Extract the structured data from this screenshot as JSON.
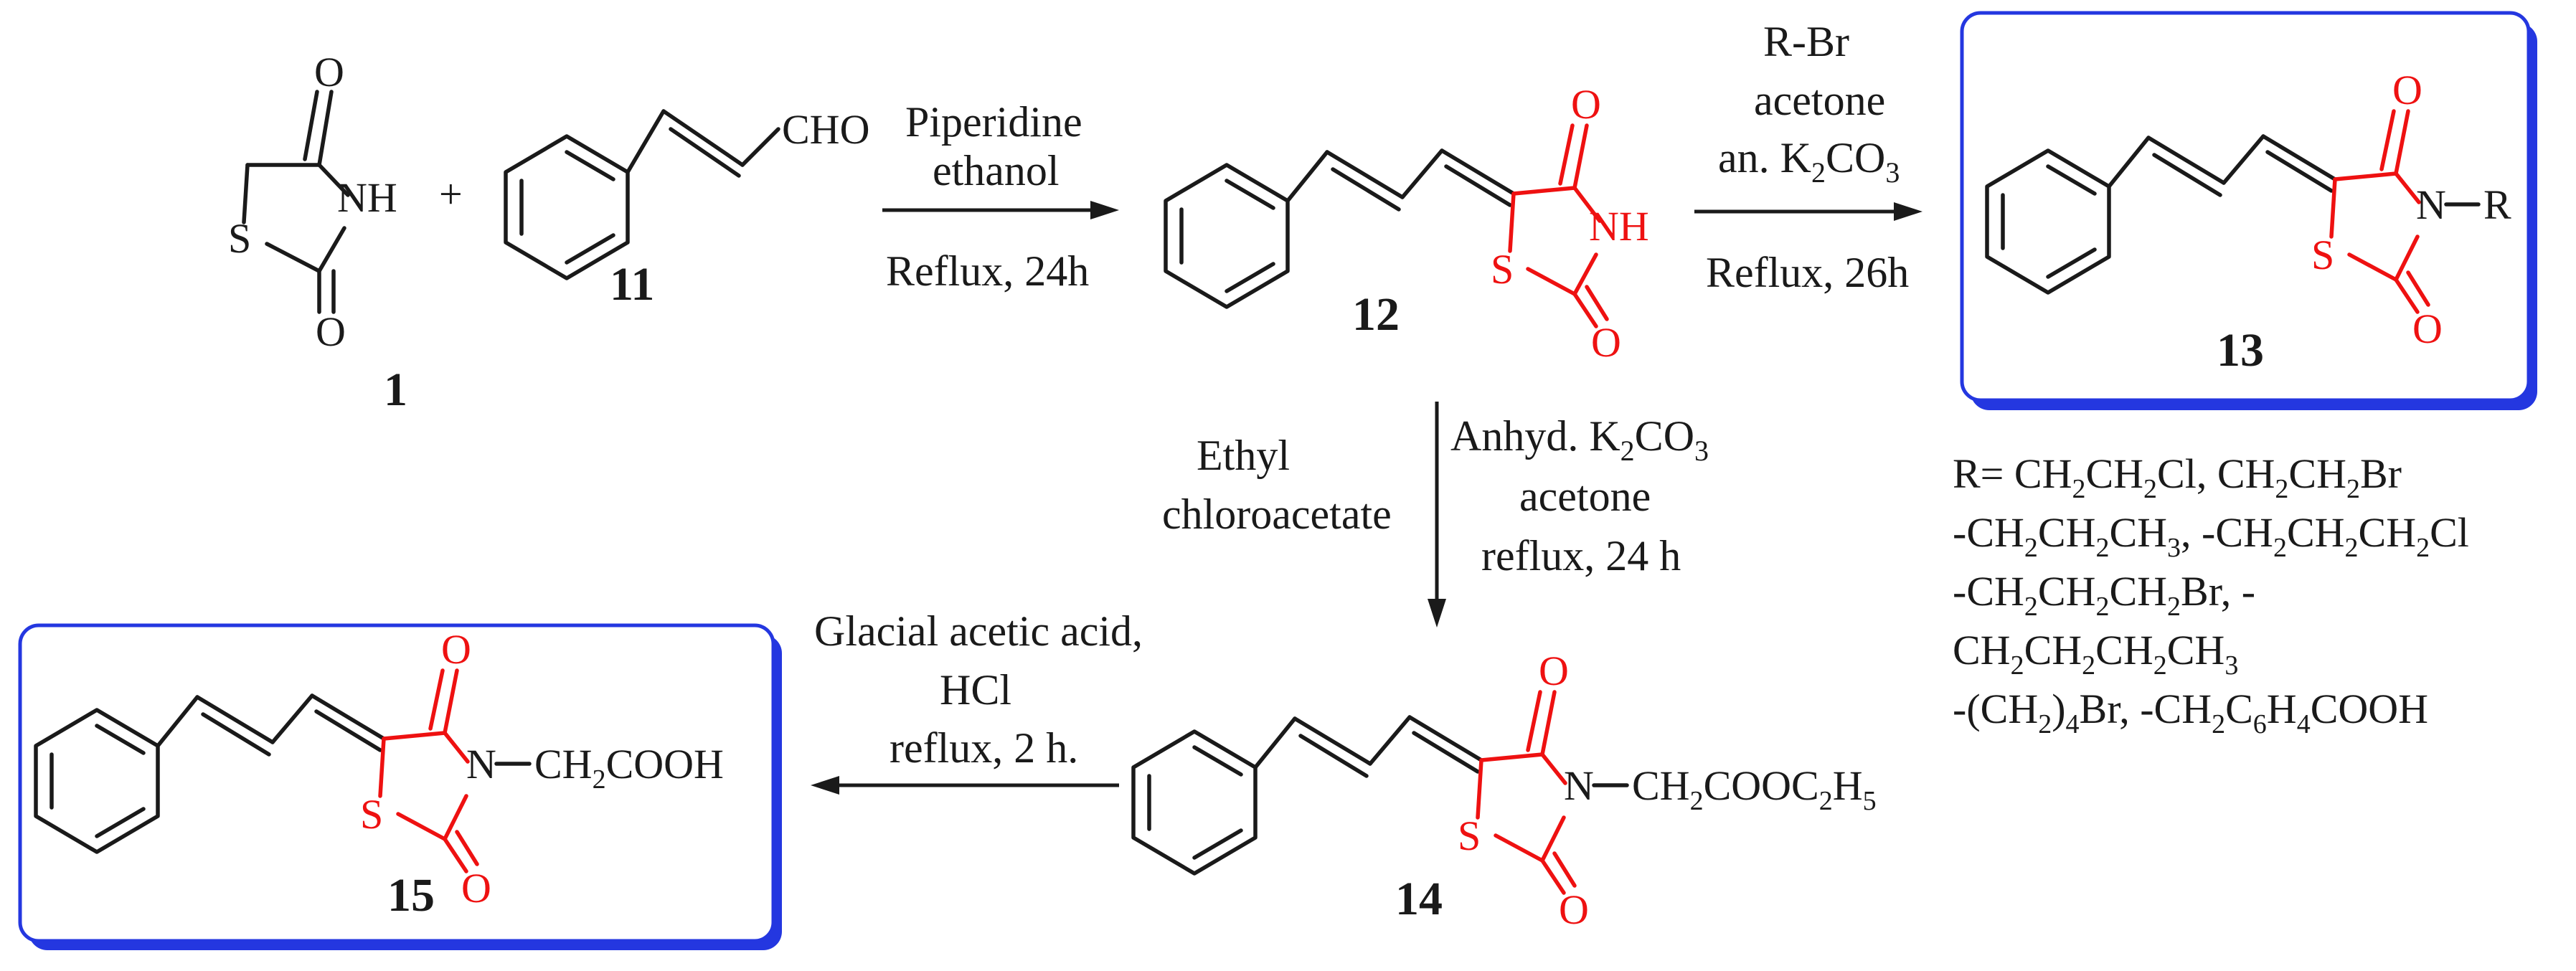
{
  "atoms": {
    "O": "O",
    "NH": "NH",
    "S": "S",
    "N": "N",
    "CHO": "CHO",
    "plus": "+",
    "R": "R",
    "H2": "H",
    "sub2": "2",
    "sub3": "3",
    "sub4": "4",
    "sub5": "5",
    "sub6": "6"
  },
  "compounds": {
    "c1": "1",
    "c11": "11",
    "c12": "12",
    "c13": "13",
    "c14": "14",
    "c15": "15"
  },
  "reactions": {
    "r1": {
      "line1": "Piperidine",
      "line2": "ethanol",
      "line3": "Reflux, 24h"
    },
    "r2": {
      "line1": "R-Br",
      "line2": "acetone",
      "line3a": "an. K",
      "line3b": "CO",
      "line4": "Reflux, 26h"
    },
    "r3": {
      "left1": "Ethyl",
      "left2": "chloroacetate",
      "right1a": "Anhyd. K",
      "right1b": "CO",
      "right2": "acetone",
      "right3": "reflux, 24 h"
    },
    "r4": {
      "line1": "Glacial acetic acid,",
      "line2": "HCl",
      "line3": "reflux, 2 h."
    }
  },
  "substituents": {
    "ch2cooh_a": "CH",
    "ch2cooh_b": "COOH",
    "ch2cooet_a": "CH",
    "ch2cooet_b": "COOC",
    "ch2cooet_c": "H"
  },
  "r_groups": {
    "line1": "R= CH2CH2Cl, CH2CH2Br",
    "line2": "-CH2CH2CH3, -CH2CH2CH2Cl",
    "line3": "-CH2CH2CH2Br, -",
    "line4": "CH2CH2CH2CH3",
    "line5": "-(CH2)4Br, -CH2C6H4COOH"
  },
  "colors": {
    "highlight": "#ee1111",
    "box": "#2437e0",
    "ink": "#1a1a1a"
  }
}
